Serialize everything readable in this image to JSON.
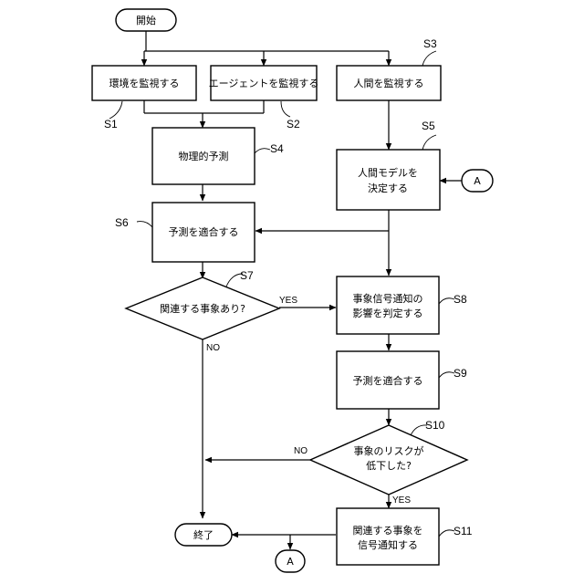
{
  "nodes": {
    "start": "開始",
    "s1": "環境を監視する",
    "s2": "エージェントを監視する",
    "s3": "人間を監視する",
    "s4": "物理的予測",
    "s5_l1": "人間モデルを",
    "s5_l2": "決定する",
    "s6": "予測を適合する",
    "s7": "関連する事象あり?",
    "s8_l1": "事象信号通知の",
    "s8_l2": "影響を判定する",
    "s9": "予測を適合する",
    "s10_l1": "事象のリスクが",
    "s10_l2": "低下した?",
    "s11_l1": "関連する事象を",
    "s11_l2": "信号通知する",
    "end": "終了",
    "connector_in": "A",
    "connector_out": "A"
  },
  "step_labels": {
    "s1": "S1",
    "s2": "S2",
    "s3": "S3",
    "s4": "S4",
    "s5": "S5",
    "s6": "S6",
    "s7": "S7",
    "s8": "S8",
    "s9": "S9",
    "s10": "S10",
    "s11": "S11"
  },
  "branch_labels": {
    "s7_yes": "YES",
    "s7_no": "NO",
    "s10_no": "NO",
    "s10_yes": "YES"
  }
}
